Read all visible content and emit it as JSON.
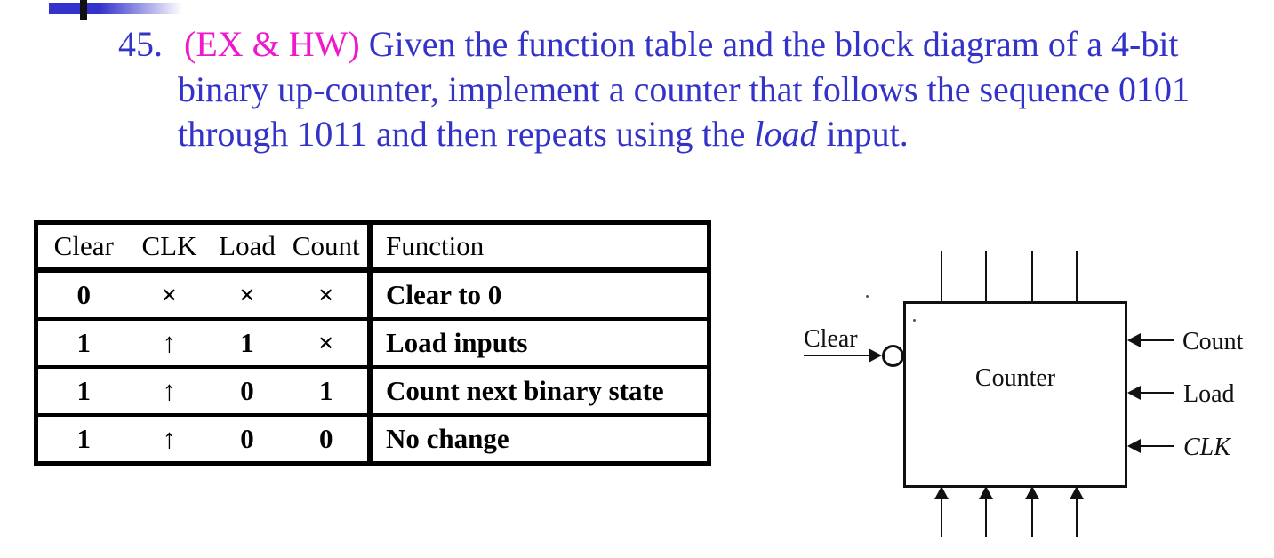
{
  "colors": {
    "title_blue": "#3433c9",
    "tag_magenta": "#ee19cc",
    "decor_blue": "#3333cc",
    "line_black": "#111111"
  },
  "title": {
    "number": "45.",
    "tag": "(EX & HW)",
    "line1_rest": "Given the function table and the block diagram of a 4-bit",
    "line2": "binary up-counter, implement a counter that follows the sequence 0101",
    "line3_pre": "through 1011 and then repeats using the ",
    "line3_italic": "load",
    "line3_post": " input."
  },
  "function_table": {
    "headers": [
      "Clear",
      "CLK",
      "Load",
      "Count",
      "Function"
    ],
    "rows": [
      {
        "clear": "0",
        "clk": "×",
        "load": "×",
        "count": "×",
        "function": "Clear to 0"
      },
      {
        "clear": "1",
        "clk": "↑",
        "load": "1",
        "count": "×",
        "function": "Load inputs"
      },
      {
        "clear": "1",
        "clk": "↑",
        "load": "0",
        "count": "1",
        "function": "Count next binary state"
      },
      {
        "clear": "1",
        "clk": "↑",
        "load": "0",
        "count": "0",
        "function": "No change"
      }
    ]
  },
  "diagram": {
    "box_label": "Counter",
    "clear_label": "Clear",
    "right_labels": [
      "Count",
      "Load",
      "CLK"
    ],
    "top_output_lines": 4,
    "bottom_input_arrows": 4
  }
}
